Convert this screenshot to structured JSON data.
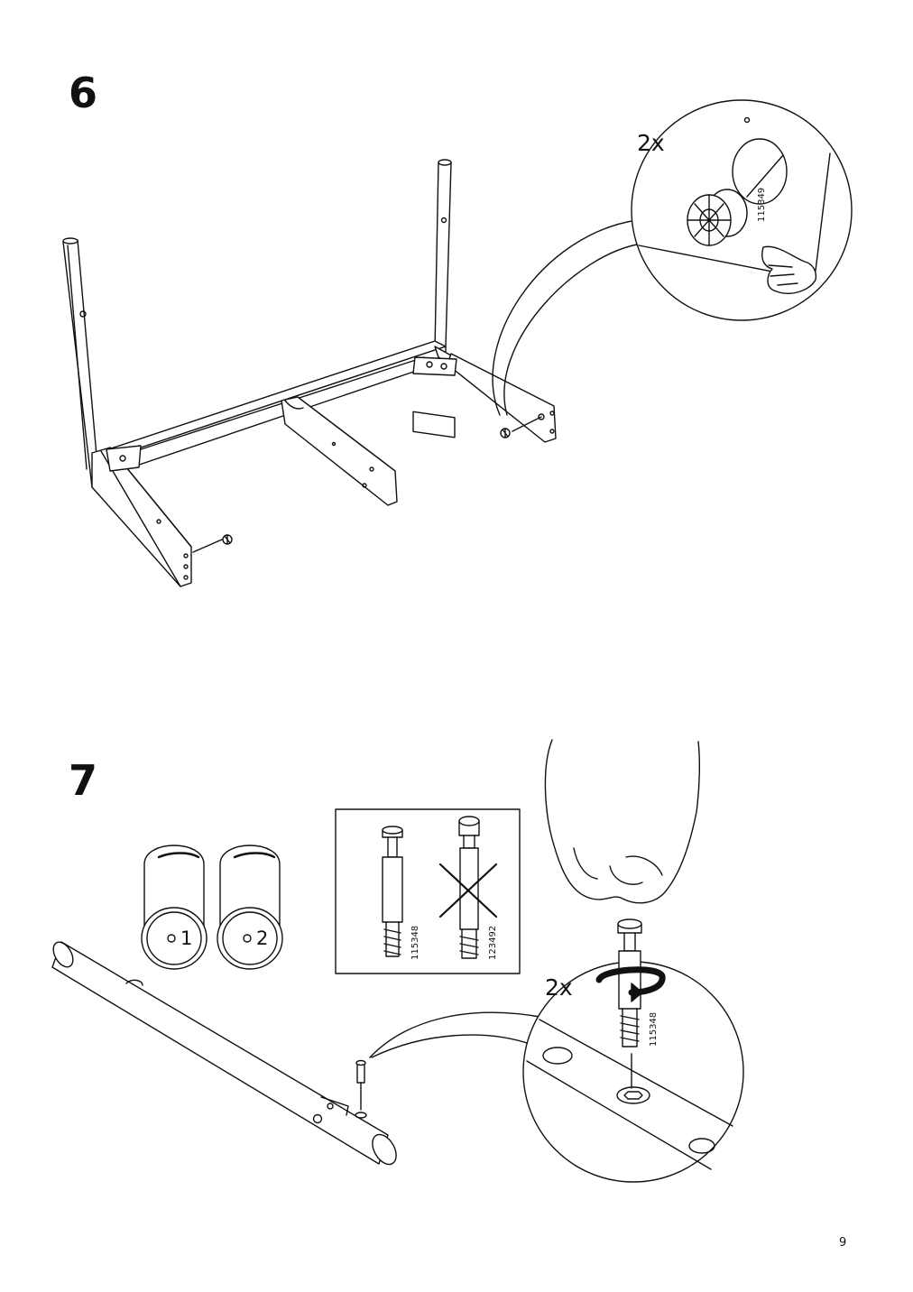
{
  "steps": [
    {
      "number": "6",
      "detail": {
        "quantity": "2x",
        "part_number": "115349"
      }
    },
    {
      "number": "7",
      "dowels": [
        {
          "label": "1"
        },
        {
          "label": "2"
        }
      ],
      "comparison": {
        "correct_part": "115348",
        "wrong_part": "123492"
      },
      "detail": {
        "quantity": "2x",
        "part_number": "115348"
      }
    }
  ],
  "page_number": "9"
}
